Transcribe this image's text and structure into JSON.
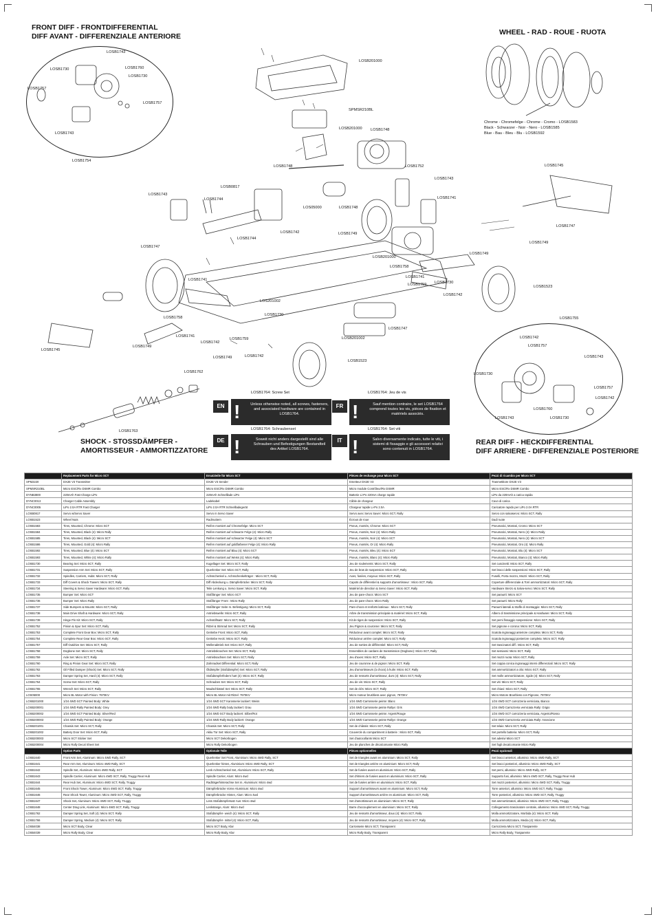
{
  "titles": {
    "front_diff_1": "FRONT DIFF - FRONTDIFFERENTIAL",
    "front_diff_2": "DIFF AVANT - DIFFERENZIALE ANTERIORE",
    "wheel": "WHEEL - RAD - ROUE - RUOTA",
    "shock_1": "SHOCK - STOSSDÄMPFER -",
    "shock_2": "AMORTISSEUR - AMMORTIZZATORE",
    "rear_diff_1": "REAR DIFF - HECKDIFFERENTIAL",
    "rear_diff_2": "DIFF ARRIERE - DIFFERENZIALE POSTERIORE"
  },
  "wheel_options": {
    "line1": "Chrome - Chromefelge - Chrome - Cromo - LOSB1583",
    "line2": "Black - Schwarzer - Noir - Nero - LOSB1585",
    "line3": "Blue - Bau - Bleu - Blu - LOSB1592"
  },
  "callouts": [
    {
      "id": "c1",
      "text": "LOSB1743"
    },
    {
      "id": "c2",
      "text": "LOSB1730"
    },
    {
      "id": "c3",
      "text": "LOSB1760"
    },
    {
      "id": "c4",
      "text": "LOSB1730"
    },
    {
      "id": "c5",
      "text": "LOSB1757"
    },
    {
      "id": "c6",
      "text": "LOSB1757"
    },
    {
      "id": "c7",
      "text": "LOSB1743"
    },
    {
      "id": "c8",
      "text": "LOSB1754"
    },
    {
      "id": "c9",
      "text": "LOSB201000"
    },
    {
      "id": "c10",
      "text": "SPMSR210BL"
    },
    {
      "id": "c11",
      "text": "LOSB201000"
    },
    {
      "id": "c12",
      "text": "LOSB1748"
    },
    {
      "id": "c13",
      "text": "LOSB1748"
    },
    {
      "id": "c14",
      "text": "LOSB1752"
    },
    {
      "id": "c15",
      "text": "LOSB1743"
    },
    {
      "id": "c16",
      "text": "LOSB1745"
    },
    {
      "id": "c17",
      "text": "LOSB0817"
    },
    {
      "id": "c18",
      "text": "LOSB1744"
    },
    {
      "id": "c19",
      "text": "LOSB1743"
    },
    {
      "id": "c20",
      "text": "LOS05000"
    },
    {
      "id": "c21",
      "text": "LOSB1748"
    },
    {
      "id": "c22",
      "text": "LOSB1741"
    },
    {
      "id": "c23",
      "text": "LOSB1747"
    },
    {
      "id": "c24",
      "text": "LOSB1742"
    },
    {
      "id": "c25",
      "text": "LOSB1749"
    },
    {
      "id": "c26",
      "text": "LOSB1744"
    },
    {
      "id": "c27",
      "text": "LOSB1749"
    },
    {
      "id": "c28",
      "text": "LOSB1747"
    },
    {
      "id": "c29",
      "text": "LOSB201000"
    },
    {
      "id": "c30",
      "text": "LOSB1749"
    },
    {
      "id": "c31",
      "text": "LOSB1758"
    },
    {
      "id": "c32",
      "text": "LOSB1741"
    },
    {
      "id": "c33",
      "text": "LOSB1759"
    },
    {
      "id": "c34",
      "text": "LOSB1730"
    },
    {
      "id": "c35",
      "text": "LOSB1523"
    },
    {
      "id": "c36",
      "text": "LOSB1742"
    },
    {
      "id": "c37",
      "text": "LOSB1741"
    },
    {
      "id": "c38",
      "text": "LOS201002"
    },
    {
      "id": "c39",
      "text": "LOSB1730"
    },
    {
      "id": "c40",
      "text": "LOSB1758"
    },
    {
      "id": "c41",
      "text": "LOSB1741"
    },
    {
      "id": "c42",
      "text": "LOSB1742"
    },
    {
      "id": "c43",
      "text": "LOSB1759"
    },
    {
      "id": "c44",
      "text": "LOSB1747"
    },
    {
      "id": "c45",
      "text": "LOSB1755"
    },
    {
      "id": "c46",
      "text": "LOSB1749"
    },
    {
      "id": "c47",
      "text": "LOSB1742"
    },
    {
      "id": "c48",
      "text": "LOSB201002"
    },
    {
      "id": "c49",
      "text": "LOSB1745"
    },
    {
      "id": "c50",
      "text": "LOSB1749"
    },
    {
      "id": "c51",
      "text": "LOSB1523"
    },
    {
      "id": "c52",
      "text": "LOSB1742"
    },
    {
      "id": "c53",
      "text": "LOSB1757"
    },
    {
      "id": "c54",
      "text": "LOSB1743"
    },
    {
      "id": "c55",
      "text": "LOSB1762"
    },
    {
      "id": "c56",
      "text": "LOSB1730"
    },
    {
      "id": "c57",
      "text": "LOSB1757"
    },
    {
      "id": "c58",
      "text": "LOSB1742"
    },
    {
      "id": "c59",
      "text": "LOSB1763"
    },
    {
      "id": "c60",
      "text": "LOSB1743"
    },
    {
      "id": "c61",
      "text": "LOSB1760"
    },
    {
      "id": "c62",
      "text": "LOSB1730"
    }
  ],
  "notices": {
    "screw_set_en": "LOSB1764: Screw Set",
    "screw_set_fr": "LOSB1764: Jeu de vis",
    "screw_set_de": "LOSB1764: Schraubenset",
    "screw_set_it": "LOSB1764: Set viti",
    "en_code": "EN",
    "fr_code": "FR",
    "de_code": "DE",
    "it_code": "IT",
    "excl": "!",
    "en": "Unless otherwise noted, all screws, fasteners, and associated hardware are contained in LOSB1764.",
    "fr": "Sauf mention contraire, le set LOSB1764 comprend toutes les vis, pièces de fixation et matériels associés.",
    "de": "Soweit nicht anders dargestellt sind alle Schrauben und Befestigungen Bestandteil des Artikel LOSB1764.",
    "it": "Salvo diversamente indicato, tutte le viti, i sistemi di fissaggio e gli accessori relativi sono contenuti in LOSB1764."
  },
  "table": {
    "headers": [
      "",
      "Replacement Parts for Micro SCT",
      "Ersatzteile für Micro SCT",
      "Pièces de rechange pour Micro SCT",
      "Pezzi di ricambio per Micro SCT"
    ],
    "rows": [
      [
        "SPM2220",
        "DX2E V3 Transmitter",
        "DX2E V3 Sender",
        "Emetteur DX2E V3",
        "Trasmettitore DX2E V3"
      ],
      [
        "SPMSR210BL",
        "Micro ESC/Rx DSMR Combo",
        "Micro ESC/Rx DSMR Combo",
        "Micro module Contrôleur/Rx DSMR",
        "Micro ESC/Rx DSMR Combo"
      ],
      [
        "DYNB3800",
        "220mAh Fast Charge LiPo",
        "220mAh Schnelllade LiPo",
        "Batterie Li-Po 220mA charge rapide",
        "LiPo da 220mAh a carica rapida"
      ],
      [
        "DYNC0013",
        "Charger Cable Assembly",
        "Ladekabel",
        "Câble de chargeur",
        "Cavo di carica"
      ],
      [
        "DYNC0005",
        "LiPo 2.0A RTR Fast Charger",
        "LiPo 2.0A RTR Schnellladegerät",
        "Chargeur rapide Li-Po 2.0A",
        "Caricatore rapido per LiPo 2.0A RTR"
      ],
      [
        "LOSB0817",
        "Servo w/Servo Saver",
        "Servo m Servo Saver",
        "Servo avec Servo Saver: Micro SCT, Rally",
        "Servo con salvaservo: Micro SCT, Rally"
      ],
      [
        "LOSB1523",
        "Wheel Nuts",
        "Radmuttern",
        "Écrous de roue",
        "Dadi ruote"
      ],
      [
        "LOSB1583",
        "Tires, Mounted, Chrome: Micro SCT",
        "Reifen montiert auf Chromefelge: Micro SCT",
        "Pneus, montés, Chrome: Micro SCT",
        "Pneumatici, Montati, Cromo: Micro SCT"
      ],
      [
        "LOSB1584",
        "Tires, Mounted, Black (4): Micro Rally",
        "Reifen montiert auf schwarze Felge (4): Micro Rally",
        "Pneus, montés, Noir (4): Micro Rally",
        "Pneumatici, Montati, Nero (4): Micro Rally"
      ],
      [
        "LOSB1585",
        "Tires, Mounted, Black (4): Micro SCT",
        "Reifen montiert auf schwarzer Felge (4): Micro SCT",
        "Pneus, montés, Noir (4): Micro SCT",
        "Pneumatici, Montati, Nero (4): Micro SCT"
      ],
      [
        "LOSB1586",
        "Tires, Mounted, Gold (4): Micro Rally",
        "Reifen montiert auf goldfarbener Felge (4): Micro Rally",
        "Pneus, montés, Or (4): Micro Rally",
        "Pneumatici, Montati, Oro (4): Micro Rally"
      ],
      [
        "LOSB1592",
        "Tires, Mounted, Blue (4): Micro SCT",
        "Reifen montiert auf Blau (4): Micro SCT",
        "Pneus, montés, Bleu (4): Micro SCT",
        "Pneumatici, Montati, Blu (4): Micro SCT"
      ],
      [
        "LOSB1593",
        "Tires, Mounted, White (4): Micro Rally",
        "Reifen montiert auf Weiss (4): Micro Rally",
        "Pneus, montés, Blanc (4): Micro Rally",
        "Pneumatici, Montati, Bianco (4): Micro Rally"
      ],
      [
        "LOSB1730",
        "Bearing Set: Micro SCT, Rally",
        "Kugellager Set: Micro SCT, Rally",
        "Jeu de roulements: Micro SCT, Rally",
        "Set cuscinetti: Micro SCT, Rally"
      ],
      [
        "LOSB1731",
        "Suspension Arm Set: Micro SCT, Rally",
        "Querlenker Set: Micro SCT, Rally",
        "Jeu de bras de suspension: Micro SCT, Rally",
        "Set bracci delle sospensioni: Micro SCT, Rally"
      ],
      [
        "LOSB1732",
        "Spindles, Carriers, Hubs: Micro SCT, Rally",
        "Achsschenkel u. Achsschenkelträger : Micro SCT, Rally",
        "Axes, fusées, moyeux: Micro SCT, Rally",
        "Fuselli, Porta mozzo, Mozzi: Micro SCT, Rally"
      ],
      [
        "LOSB1733",
        "Diff Covers & Shock Towers: Micro SCT, Rally",
        "Diff Abdeckung u. Dämpferbrücke: Micro SCT, Rally",
        "Capots de différentiel & supports d'amortisseur : Micro SCT, Rally",
        "Coperture differenziale & Torri ammortizzatori: Micro SCT, Rally"
      ],
      [
        "LOSB1734",
        "Steering & Servo Saver Hardware: Micro SCT, Rally",
        "Teile Lenkung u. Servo Saver: Micro SCT, Rally",
        "Matériel de direction & Servo Saver: Micro SCT, Rally",
        "Hardware Sterzo & Salva-servo: Micro SCT, Rally"
      ],
      [
        "LOSB1735",
        "Bumper Set: Micro SCT",
        "Stoßfänger Set: Micro SCT",
        "Jeu de pare-chocs: Micro SCT",
        "Set paraurti: Micro SCT"
      ],
      [
        "LOSB1736",
        "Bumper Set: Micro Rally",
        "Stoßfänger Front : Micro Rally",
        "Jeu de pare-chocs: Micro Rally",
        "Set paraurti: Micro Rally"
      ],
      [
        "LOSB1737",
        "Side Bumpers & Mounts: Micro SCT, Rally",
        "Stoßfänger Seite m. Befestigung: Micro SCT, Rally",
        "Pare-chocs et renforts latéraux : Micro SCT, Rally",
        "Paraurti laterali & Staffe di montaggio: Micro SCT, Rally"
      ],
      [
        "LOSB1738",
        "Main Drive Shaft & Hardware: Micro SCT, Rally",
        "Antriebswelle: Micro SCT, Rally",
        "Arbre de transmission principale & matériel: Micro SCT, Rally",
        "Albero di trasmissione principale & Hardware: Micro SCT, Rally"
      ],
      [
        "LOSB1739",
        "Hinge Pin Kit: Micro SCT, Rally",
        "Achsstiftsatz: Micro SCT, Rally",
        "Kit de tiges de suspension: Micro SCT, Rally",
        "Set perni fissaggio sospensione: Micro SCT, Rally"
      ],
      [
        "LOSB1752",
        "Pinion & Spur Set: Micro SCT, Rally",
        "Ritzel & Stirnrad Set: Micro SCT, Rally",
        "Jeu Pignon & couronne: Micro SCT, Rally",
        "Set pignone e corona: Micro SCT, Rally"
      ],
      [
        "LOSB1753",
        "Complete Front Gear Box: Micro SCT, Rally",
        "Getriebe Front: Micro SCT, Rally",
        "Réducteur avant complet: Micro SCT, Rally",
        "Scatola ingranaggi anteriore completa: Micro SCT, Rally"
      ],
      [
        "LOSB1754",
        "Complete Rear Gear Box: Micro SCT, Rally",
        "Getriebe Heck: Micro SCT, Rally",
        "Réducteur arrière complet: Micro SCT, Rally",
        "Scatola ingranaggi posteriore completa: Micro SCT, Rally"
      ],
      [
        "LOSB1757",
        "Diff Outdrive Set: Micro SCT, Rally",
        "Wellenabtrieb Set: Micro SCT, Rally",
        "Jeu de sorties de différentiel: Micro SCT, Rally",
        "Set trascinatori diff.: Micro SCT, Rally"
      ],
      [
        "LOSB1758",
        "Dogbone Set: Micro SCT, Rally",
        "Antriebsknochen Set: Micro SCT, Rally",
        "Ensembles de cardans de transmission (Dogbone): Micro SCT, Rally",
        "Set semiassi: Micro SCT, Rally"
      ],
      [
        "LOSB1759",
        "Axle Set: Micro SCT, Rally",
        "Antriebsachsen Set: Micro SCT, Rally",
        "Jeu d'axes: Micro SCT, Rally",
        "Set mozzi ruota: Micro SCT, Rally"
      ],
      [
        "LOSB1760",
        "Ring & Pinion Gear Set: Micro SCT, Rally",
        "Zahnradset Differential: Micro SCT, Rally",
        "Jeu de couronne & de pignon: Micro SCT, Rally",
        "Set coppia conica ingranaggi interni differenziali: Micro SCT, Rally"
      ],
      [
        "LOSB1762",
        "Oil Filled Damper (Shock) Set: Micro SCT, Rally",
        "Öldämpfer (Stoßdämpfer) Set: Micro SCT, Rally",
        "Jeu d'amortisseurs (à chocs) à huile: Micro SCT, Rally",
        "Set ammortizzatori a olio: Micro SCT, Rally"
      ],
      [
        "LOSB1763",
        "Damper Spring Set, Hard (4): Micro SCT, Rally",
        "Stoßdämpferfedern hart (4): Micro SCT, Rally",
        "Jeu de ressorts d'amortisseur, durs (4): Micro SCT, Rally",
        "Set molle ammortizzatore, rigide (4): Micro SCT, Rally"
      ],
      [
        "LOSB1764",
        "Screw Set: Micro SCT, Rally",
        "Schrauben Set: Micro SCT, Rally",
        "Jeu de vis: Micro SCT, Rally",
        "Set viti: Micro SCT, Rally"
      ],
      [
        "LOSB1765",
        "Wrench Set: Micro SCT, Rally",
        "Maulschlüssel Set: Micro SCT, Rally",
        "Set de clés: Micro SCT, Rally",
        "Set chiavi: Micro SCT, Rally"
      ],
      [
        "LOS05000",
        "Micro BL Motor with Pinion: 7970KV",
        "Micro BL Motor mit Ritzel: 7970KV",
        "Micro moteur brushless avec pignon, 7970KV",
        "Micro Motore Brushless con Pignone, 7970KV"
      ],
      [
        "LOSB201000",
        "1/24 4WD SCT Painted Body: White",
        "1/24 4WD SCT Karosserie lackiert: Weiss",
        "1/24 4WD Carrosserie peinte: Blanc",
        "1/24 4WD SCT carrozzeria verniciata, Bianco"
      ],
      [
        "LOSB200001",
        "1/24 4WD Rally Painted Body: Grey",
        "1/24 4WD Rally body lackiert: Grau",
        "1/24 4WD Carrosserie peinte Rallye: Gris",
        "1/24 4WD Carrozzeria verniciata Rally: Grigio"
      ],
      [
        "LOSB200002",
        "1/24 4WD SCT Painted Body: Silver/Red",
        "1/24 4WD SCT Body lackiert: Silber/Rot",
        "1/24 4WD Carrosserie peinte: Argent/Rouge",
        "1/24 4WD SCT carrozzeria verniciata, Argento/Rosso"
      ],
      [
        "LOSB200003",
        "1/24 4WD Rally Painted Body: Orange",
        "1/24 4WD Rally Body lackiert: Orange",
        "1/24 4WD Carrosserie peinte Rallye: Orange",
        "1/24 4WD Carrozzeria verniciata Rally: Arancione"
      ],
      [
        "LOSB201001",
        "Chassis Set: Micro SCT, Rally",
        "Chassis Set: Micro SCT, Rally",
        "Set de châssis: Micro SCT, Rally",
        "Set telaio: Micro SCT, Rally"
      ],
      [
        "LOSB201002",
        "Battery Door Set: Micro SCT, Rally",
        "Akku Tür Set: Micro SCT, Rally",
        "Couvercle du compartiment à batterie : Micro SCT, Rally",
        "Set portello batteria: Micro SCT, Rally"
      ],
      [
        "LOSB200003",
        "Micro SCT Sticker Set",
        "Micro SCT Dekorbogen",
        "Set d'autocollants Micro SCT",
        "Set adesivi Micro SCT"
      ],
      [
        "LOSB200004",
        "Micro Rally Decal Sheet Set",
        "Micro Rally Dekorbogen",
        "Jeu de planches de décalcomanie Micro Rally",
        "Set fogli decalcomanie Micro Rally"
      ]
    ],
    "option_header": [
      "",
      "Option Parts",
      "Optionale Teile",
      "Pièces optionnelles",
      "Pezzi opzionali"
    ],
    "option_rows": [
      [
        "LOSB1640",
        "Front Arm Set, Aluminum: Micro 4WD Rally, SCT",
        "Querlenker Set Front, Aluminium: Micro 4WD Rally, SCT",
        "Set de triangles avant en aluminium: Micro SCT, Rally",
        "Set bracci anteriori, alluminio: Micro 4WD Rally, SCT"
      ],
      [
        "LOSB1641",
        "Rear Arm Set, Aluminum: Micro 4WD Rally, SCT",
        "Querlenker hinten, Aluminium: Micro 4WD Rally, SCT",
        "Set de triangles arrière en aluminium: Micro SCT, Rally",
        "Set bracci posteriori, alluminio: Micro 4WD Rally, SCT"
      ],
      [
        "LOSB1642",
        "Spindle Set, Aluminum: Micro 4WD Rally, SCT",
        "Lenk Achsschenkel Set, Aluminium: Micro SCT, Rally",
        "Set de fusées avant en aluminium: Micro SCT, Rally",
        "Set perni, alluminio: Micro 4WD Rally, SCT"
      ],
      [
        "LOSB1643",
        "Spindle Carrier, Aluminum: Micro 4WD SCT, Rally, Truggy Rear Hub",
        "Spindle Carrier, Alum: Micro 4wd",
        "Set d'étriers de fusées avant en aluminium: Micro SCT, Rally",
        "Supporto fusi, alluminio: Micro 4WD SCT, Rally, Truggy Rear Hub"
      ],
      [
        "LOSB1644",
        "Rear Hub Set, Aluminum: Micro 4WD SCT, Rally, Truggy",
        "Radträgerhinterachse Set m. Aluminium: Micro 4wd",
        "Set de fusées arrière en aluminium: Micro SCT, Rally",
        "Set mozzi posteriori, alluminio: Micro 4WD SCT, Rally, Truggy"
      ],
      [
        "LOSB1645",
        "Front Shock Tower, Aluminum: Micro 4WD SCT, Rally, Truggy",
        "Dämpferbrücke Vorne Aluminium: Micro 4wd",
        "Support d'amortisseurs avant en aluminium: Micro SCT, Rally",
        "Torre anteriori, alluminio: Micro 4WD SCT, Rally, Truggy"
      ],
      [
        "LOSB1646",
        "Rear Shock Tower, Aluminum: Micro 4WD SCT, Rally, Truggy",
        "Dämpferbrücke Hinten, Alum: Micro 4wd",
        "Support d'amortisseurs arrière en aluminium: Micro SCT, Rally",
        "Torre posteriori, alluminio: Micro 4WD SCT, Rally, Truggy"
      ],
      [
        "LOSB1647",
        "Shock Set, Aluminum: Micro 4WD SCT, Rally, Truggy",
        "Less Stoßdämpfersatz Aus: Micro 4wd",
        "Set d'amortisseurs en aluminium: Micro SCT, Rally",
        "Set ammortizzatori, alluminio: Micro 4WD SCT, Rally, Truggy"
      ],
      [
        "LOSB1648",
        "Center Drag Link, Aluminum: Micro 4WD SCT, Rally, Truggy",
        "Lenkstange, Alum: Micro 4wd",
        "Barre d'accouplement en aluminium: Micro SCT, Rally",
        "Collegamento trascinatore centrale, alluminio: Micro 4WD SCT, Rally, Truggy"
      ],
      [
        "LOSB1762",
        "Damper Spring Set, Soft (4): Micro SCT, Rally",
        "Stoßdämpfer- weich (4): Micro SCT, Rally",
        "Jeu de ressorts d'amortisseur, doux (4): Micro SCT, Rally",
        "Molla ammortizzatore, Morbida (4): Micro SCT, Rally"
      ],
      [
        "LOSB1766",
        "Damper Spring, Medium (4): Micro SCT, Rally",
        "Stoßdämpfer- mittel (4): Micro SCT, Rally",
        "Jeu de ressorts d'amortisseur, moyens (4): Micro SCT, Rally",
        "Molla ammortizzatore, Media (4): Micro SCT, Rally"
      ],
      [
        "LOSB4038",
        "Micro SCT Body, Clear",
        "Micro SCT Body, Klar",
        "Carrosserie Micro SCT, Transparent",
        "Carrozzeria Micro SCT, Trasparente"
      ],
      [
        "LOSB4039",
        "Micro Rally Body, Clear",
        "Micro Rally Body, Klar",
        "Micro Rally Body, Transparent",
        "Micro Rally Body, Trasparente"
      ]
    ]
  }
}
